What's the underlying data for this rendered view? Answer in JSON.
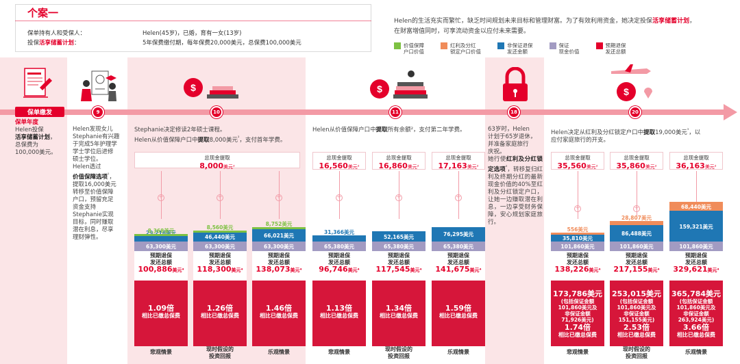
{
  "case": {
    "title": "个案一",
    "row1_label": "保单持有人和受保人：",
    "row1_value": "Helen(45岁)，已婚，育有一女(13岁)",
    "row2_label_a": "投保",
    "row2_label_b": "活享储蓄计划",
    "row2_label_c": "：",
    "row2_value": "5年保费缴付期，每年保费20,000美元，总保费100,000美元"
  },
  "intro": {
    "line1": "Helen的生活充实而繁忙，缺乏时间规划未来目标和管理财富。为了有效利用资金，她决定投保",
    "line1_bold": "活享储蓄计划",
    "line1_end": "，",
    "line2": "在财富増值同时，可享流动资金以应付未来需要。"
  },
  "legend": [
    {
      "label": "价值保障\n户口价值",
      "color": "#7dc142"
    },
    {
      "label": "红利及分红\n锁定户口价值",
      "color": "#f08c5a"
    },
    {
      "label": "非保证退保\n发还金额",
      "color": "#1f77b4"
    },
    {
      "label": "保证\n现金价值",
      "color": "#a29bc2"
    },
    {
      "label": "预期退保\n发还总额",
      "color": "#e4002b"
    }
  ],
  "timeline": {
    "start_label": "保单缴发",
    "ages": [
      "9",
      "10",
      "11",
      "18",
      "20"
    ]
  },
  "col0": {
    "title": "保单年度",
    "l1": "Helen投保",
    "l2": "活享储蓄计划",
    "l3": "，",
    "l4": "总保费为",
    "l5": "100,000美元。"
  },
  "col1": {
    "lines": [
      "Helen发现女儿",
      "Stephanie有兴趣",
      "于完成5年护理学",
      "学士学位后进修",
      "硕士学位。"
    ],
    "lines2": [
      "Helen透过"
    ],
    "bold": "价值保障选项",
    "sup": "¹",
    "lines3": [
      "，",
      "提取16,000美元",
      "转移至价值保障",
      "户口，预留充足",
      "资金支持",
      "Stephanie实现",
      "目标，同时赚取",
      "潜在利息，尽享",
      "理财弹性。"
    ]
  },
  "col2": {
    "l1": "Stephanie决定修读2年硕士课程。",
    "l2a": "Helen从价值保障户口中",
    "l2b": "提取",
    "l2c": "8,000美元",
    "l2d": "²",
    "l2e": "，支付首年学费。",
    "withdraw_label": "总现金提取",
    "withdraw_value": "8,000",
    "withdraw_unit": "美元²"
  },
  "col3": {
    "l1a": "Helen从价值保障户口中",
    "l1b": "提取",
    "l1c": "所有余额²，支付第二年学费。"
  },
  "col4": {
    "lines": [
      "63岁时，Helen",
      "计划于65岁退休，",
      "并准备家庭旅行",
      "庆祝。"
    ],
    "bold_intro": "她行使",
    "bold": "红利及分红锁定选项",
    "sup": "³",
    "lines2": [
      "，转移复归红利及终期分红的最新现金价值的40%至红利及分红锁定户口，让她一边赚取潜在利息，一边享受财务保障，安心规划家庭旅行。"
    ]
  },
  "col5": {
    "l1a": "Helen决定从红利及分红锁定户口中",
    "l1b": "提取",
    "l1c": "19,000美元",
    "l1d": "³",
    "l1e": "，以",
    "l2": "应付家庭旅行的开支。"
  },
  "labels": {
    "withdraw": "总现金提取",
    "unit": "美元",
    "total_title1": "预期退保",
    "total_title2": "发还总额",
    "vs_paid": "相比已缴总保费"
  },
  "groups": [
    {
      "scenario": "悲观情景",
      "withdraw": "8,000",
      "green": "8,368",
      "blue": "29,218",
      "gray": "63,300",
      "total": "100,886",
      "mult": "1.09倍",
      "heights": {
        "green": 0.6,
        "blue": 1.0,
        "gray": 1.0
      }
    },
    {
      "scenario": "现时假设的\n投资回报",
      "withdraw": "8,000",
      "green": "8,560",
      "blue": "46,440",
      "gray": "63,300",
      "total": "118,300",
      "mult": "1.26倍",
      "heights": {
        "green": 0.6,
        "blue": 1.0,
        "gray": 1.0
      }
    },
    {
      "scenario": "乐观情景",
      "withdraw": "8,000",
      "green": "8,752",
      "blue": "66,021",
      "gray": "63,300",
      "total": "138,073",
      "mult": "1.46倍",
      "heights": {
        "green": 0.6,
        "blue": 1.0,
        "gray": 1.0
      }
    },
    {
      "scenario": "悲观情景",
      "withdraw": "16,560",
      "green": "",
      "blue": "31,366",
      "gray": "65,380",
      "total": "96,746",
      "mult": "1.13倍"
    },
    {
      "scenario": "现时假设的\n投资回报",
      "withdraw": "16,860",
      "green": "",
      "blue": "52,165",
      "gray": "65,380",
      "total": "117,545",
      "mult": "1.34倍"
    },
    {
      "scenario": "乐观情景",
      "withdraw": "17,163",
      "green": "",
      "blue": "76,295",
      "gray": "65,380",
      "total": "141,675",
      "mult": "1.59倍"
    },
    {
      "scenario": "悲观情景",
      "withdraw": "35,560",
      "orange": "556",
      "blue": "35,810",
      "gray": "101,860",
      "total": "138,226",
      "mult_total": "173,786美元",
      "mult_note1": "(包括保证金额",
      "mult_note2": "101,860美元及",
      "mult_note3": "非保证金额",
      "mult_note4": "71,926美元)",
      "mult": "1.74倍"
    },
    {
      "scenario": "现时假设的\n投资回报",
      "withdraw": "35,860",
      "orange": "28,807",
      "blue": "86,488",
      "gray": "101,860",
      "total": "217,155",
      "mult_total": "253,015美元",
      "mult_note1": "(包括保证金额",
      "mult_note2": "101,860美元及",
      "mult_note3": "非保证金额",
      "mult_note4": "151,155美元)",
      "mult": "2.53倍"
    },
    {
      "scenario": "乐观情景",
      "withdraw": "36,163",
      "orange": "68,440",
      "blue": "159,321",
      "gray": "101,860",
      "total": "329,621",
      "mult_total": "365,784美元",
      "mult_note1": "(包括保证金额",
      "mult_note2": "101,860美元及",
      "mult_note3": "非保证金额",
      "mult_note4": "263,924美元)",
      "mult": "3.66倍"
    }
  ]
}
